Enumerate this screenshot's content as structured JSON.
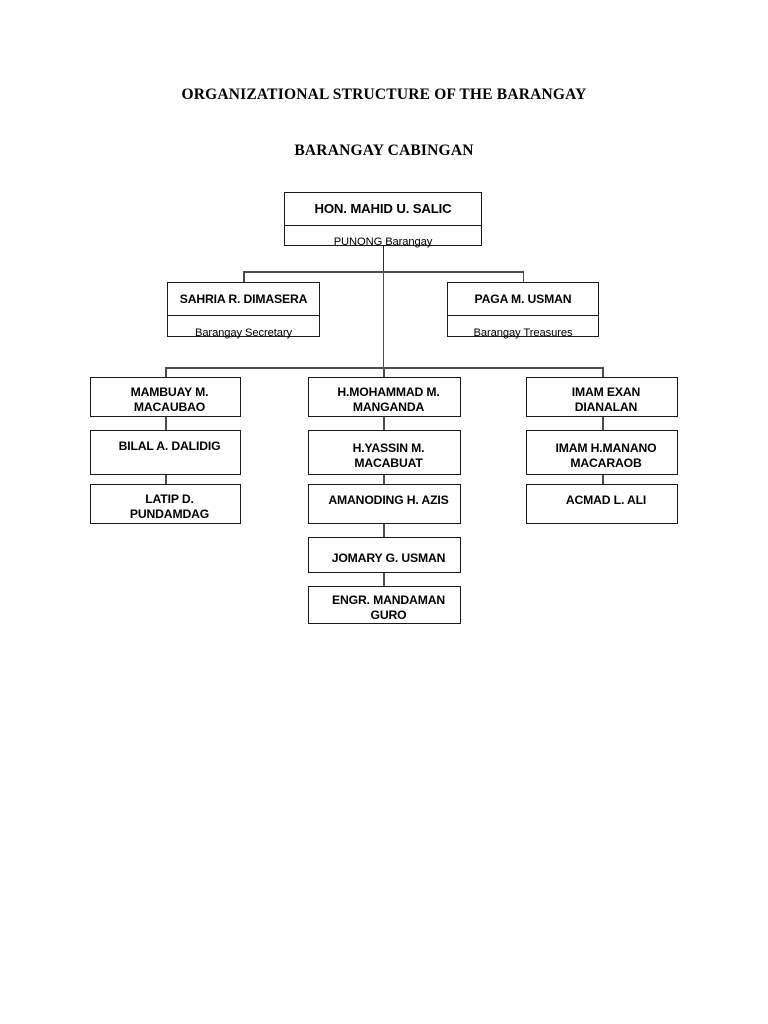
{
  "document": {
    "title_main": "ORGANIZATIONAL STRUCTURE OF THE BARANGAY",
    "title_sub": "BARANGAY CABINGAN"
  },
  "colors": {
    "text": "#000000",
    "box_border": "#1a1a1a",
    "connector": "#4d4d4d",
    "background": "#ffffff"
  },
  "chart_data": {
    "type": "diagram",
    "diagram_kind": "organizational-chart",
    "title": "ORGANIZATIONAL STRUCTURE OF THE BARANGAY",
    "subtitle": "BARANGAY CABINGAN"
  },
  "org": {
    "head": {
      "name": "HON. MAHID U. SALIC",
      "role": "PUNONG Barangay"
    },
    "officers": [
      {
        "name": "SAHRIA R. DIMASERA",
        "role": "Barangay Secretary"
      },
      {
        "name": "PAGA M. USMAN",
        "role": "Barangay Treasures"
      }
    ],
    "columns": [
      {
        "column_name": "left-column",
        "members": [
          {
            "name": "MAMBUAY M.\nMACAUBAO"
          },
          {
            "name": "BILAL A. DALIDIG"
          },
          {
            "name": "LATIP D.\nPUNDAMDAG"
          }
        ]
      },
      {
        "column_name": "middle-column",
        "members": [
          {
            "name": "H.MOHAMMAD M.\nMANGANDA"
          },
          {
            "name": "H.YASSIN M.\nMACABUAT"
          },
          {
            "name": "AMANODING H. AZIS"
          },
          {
            "name": "JOMARY G. USMAN"
          },
          {
            "name": "ENGR. MANDAMAN\nGURO"
          }
        ]
      },
      {
        "column_name": "right-column",
        "members": [
          {
            "name": "IMAM EXAN\nDIANALAN"
          },
          {
            "name": "IMAM H.MANANO\nMACARAOB"
          },
          {
            "name": "ACMAD L. ALI"
          }
        ]
      }
    ]
  }
}
